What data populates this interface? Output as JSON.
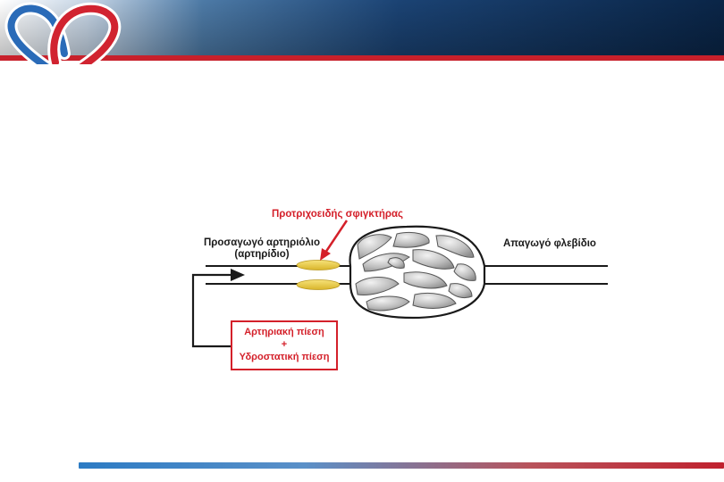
{
  "diagram": {
    "sphincter_label": "Προτριχοειδής σφιγκτήρας",
    "afferent_label_line1": "Προσαγωγό αρτηριόλιο",
    "afferent_label_line2": "(αρτηρίδιο)",
    "efferent_label": "Απαγωγό φλεβίδιο",
    "pressure_box": {
      "line1": "Αρτηριακή πίεση",
      "line2": "+",
      "line3": "Υδροστατική πίεση"
    }
  },
  "colors": {
    "header_dark": "#0b2a52",
    "header_blue": "#3a6a9a",
    "brand_red": "#d4202a",
    "logo_blue": "#2a6bb8",
    "sphincter_yellow": "#e8c93a",
    "capillary_gray": "#a8a8a8"
  }
}
